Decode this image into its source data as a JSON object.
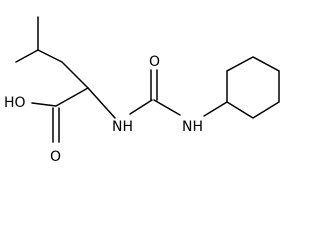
{
  "structure": {
    "type": "skeletal-formula",
    "atom_labels": {
      "hydroxyl": "HO",
      "carbonyl_acid_oxygen": "O",
      "amine_left": "NH",
      "urea_oxygen": "O",
      "amine_right": "NH"
    },
    "rings": [
      "cyclohexane"
    ],
    "colors": {
      "bond": "#000000",
      "label": "#000000",
      "background": "#ffffff"
    }
  }
}
